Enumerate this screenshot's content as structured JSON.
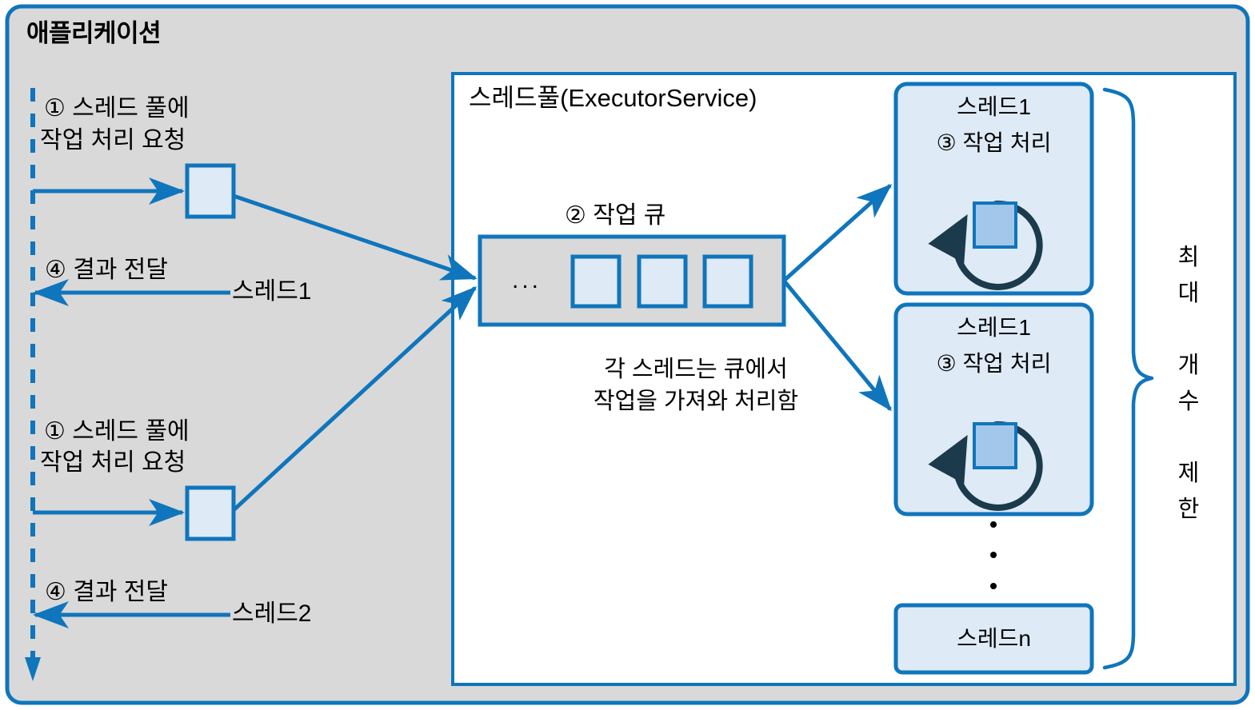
{
  "diagram": {
    "title": "애플리케이션",
    "colors": {
      "accent_blue": "#0f75bc",
      "outer_fill": "#d9d9d9",
      "pool_fill": "#ffffff",
      "queue_fill": "#d9d9d9",
      "task_fill": "#deeaf6",
      "thread_fill": "#deeaf6",
      "inner_square_fill": "#a3c7ea",
      "arc_color": "#1b3a4b",
      "text": "#000000"
    },
    "application": {
      "title": "애플리케이션",
      "lifeline": "dashed-lifeline",
      "calls": [
        {
          "id": "call-1",
          "request_line1": "① 스레드 풀에",
          "request_line2": "작업 처리 요청",
          "result_label": "④ 결과 전달",
          "result_thread": "스레드1"
        },
        {
          "id": "call-2",
          "request_line1": "① 스레드 풀에",
          "request_line2": "작업 처리 요청",
          "result_label": "④ 결과 전달",
          "result_thread": "스레드2"
        }
      ]
    },
    "pool": {
      "title": "스레드풀(ExecutorService)",
      "queue": {
        "title": "② 작업 큐",
        "ellipsis": "...",
        "tasks": [
          "task-1",
          "task-2",
          "task-3"
        ]
      },
      "note_line1": "각 스레드는 큐에서",
      "note_line2": "작업을 가져와 처리함",
      "threads": [
        {
          "name": "스레드1",
          "action": "③ 작업 처리",
          "has_loop_icon": true
        },
        {
          "name": "스레드1",
          "action": "③ 작업 처리",
          "has_loop_icon": true
        }
      ],
      "vertical_dots": [
        "·",
        "·",
        "·"
      ],
      "last_thread": {
        "name": "스레드n"
      }
    },
    "brace_label": {
      "lines": [
        "최",
        "대",
        "",
        "개",
        "수",
        "",
        "제",
        "한"
      ],
      "full_text": "최대 개수 제한"
    }
  }
}
